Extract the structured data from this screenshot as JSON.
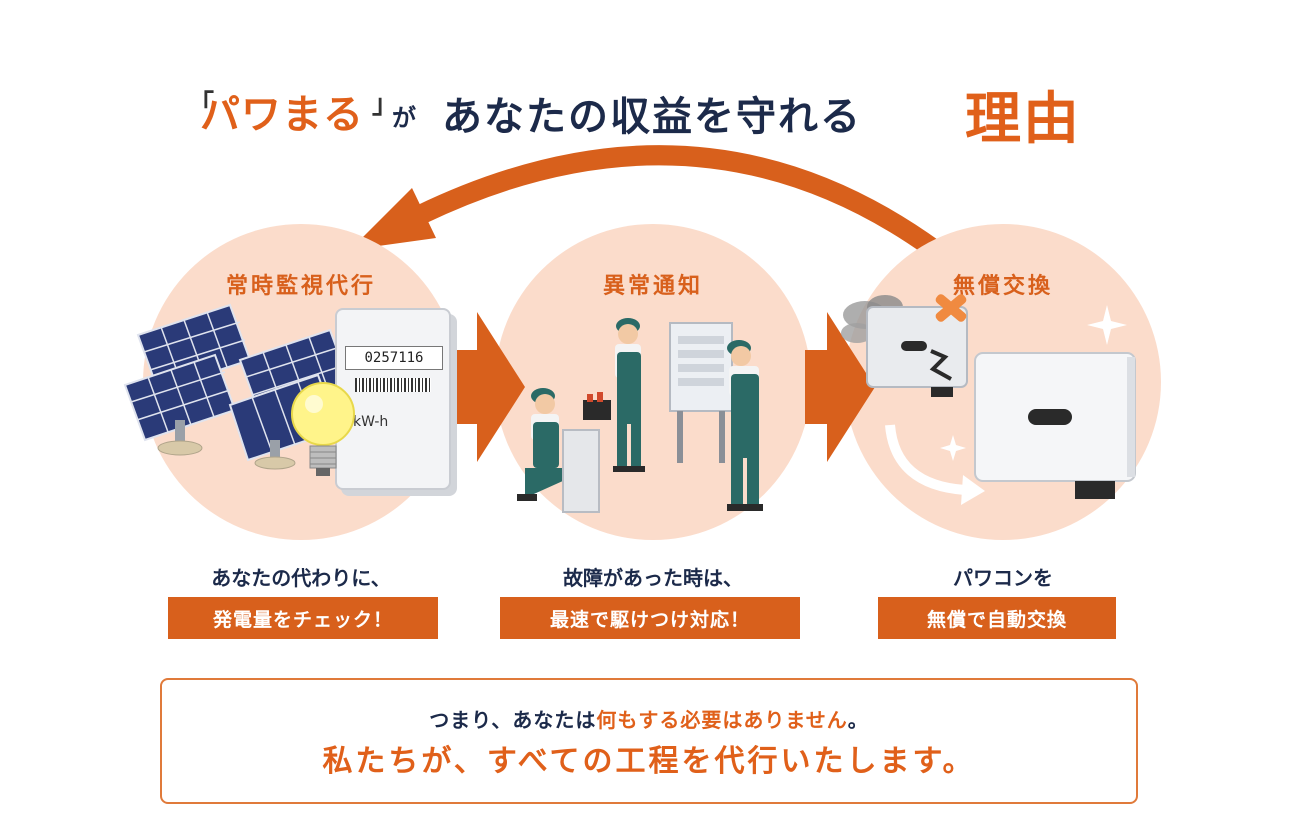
{
  "heading": {
    "bracket_open": "「",
    "brand": "パワまる",
    "bracket_close": "」",
    "particle": "が",
    "main": "あなたの収益を守れる",
    "accent": "理由"
  },
  "steps": [
    {
      "title": "常時監視代行",
      "caption_line": "あなたの代わりに、",
      "caption_box": "発電量をチェック！",
      "meter_label": "kW-h",
      "meter_digits": "0257116"
    },
    {
      "title": "異常通知",
      "caption_line": "故障があった時は、",
      "caption_box": "最速で駆けつけ対応！"
    },
    {
      "title": "無償交換",
      "caption_line": "パワコンを",
      "caption_box": "無償で自動交換"
    }
  ],
  "summary": {
    "line1_a": "つまり、あなたは",
    "line1_b": "何もする必要はありません",
    "line1_c": "。",
    "line2": "私たちが、すべての工程を代行いたします。"
  },
  "colors": {
    "accent": "#d8601c",
    "navy": "#1c2a4a",
    "circle": "#fbdccb",
    "uniform": "#2b6a66"
  }
}
